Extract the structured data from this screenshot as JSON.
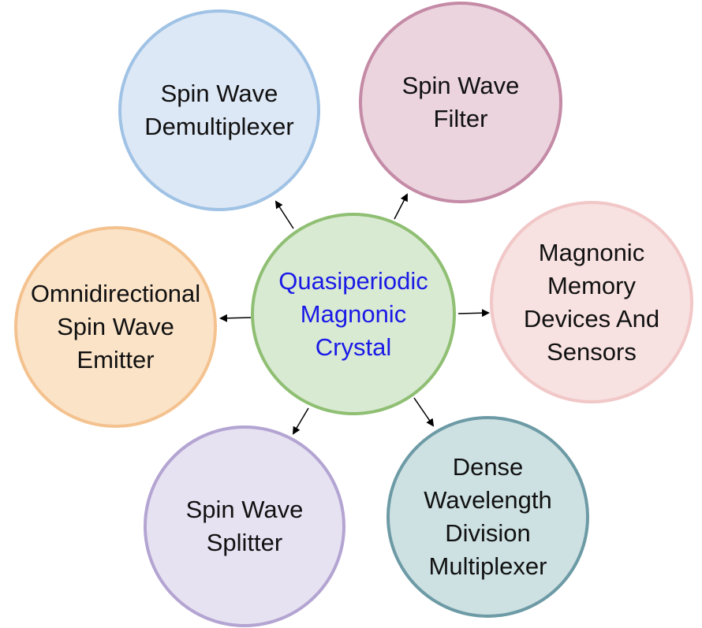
{
  "center": {
    "lines": [
      "Quasiperiodic",
      "Magnonic",
      "Crystal"
    ],
    "text_color": "#1a1ae6",
    "fill": "#d9ead3",
    "border": "#8fbf73"
  },
  "nodes": {
    "demultiplexer": {
      "lines": [
        "Spin Wave",
        "Demultiplexer"
      ],
      "fill": "#dde8f6",
      "border": "#9fc2e5"
    },
    "filter": {
      "lines": [
        "Spin Wave",
        "Filter"
      ],
      "fill": "#ebd4de",
      "border": "#c48aa6"
    },
    "memory": {
      "lines": [
        "Magnonic",
        "Memory",
        "Devices And",
        "Sensors"
      ],
      "fill": "#f8e1e1",
      "border": "#f1c7c7"
    },
    "emitter": {
      "lines": [
        "Omnidirectional",
        "Spin Wave",
        "Emitter"
      ],
      "fill": "#fbe3c8",
      "border": "#f4c28f"
    },
    "splitter": {
      "lines": [
        "Spin Wave",
        "Splitter"
      ],
      "fill": "#e7e2f2",
      "border": "#b3a4d2"
    },
    "dwdm": {
      "lines": [
        "Dense",
        "Wavelength",
        "Division",
        "Multiplexer"
      ],
      "fill": "#cde0e2",
      "border": "#6c9aa5"
    }
  }
}
